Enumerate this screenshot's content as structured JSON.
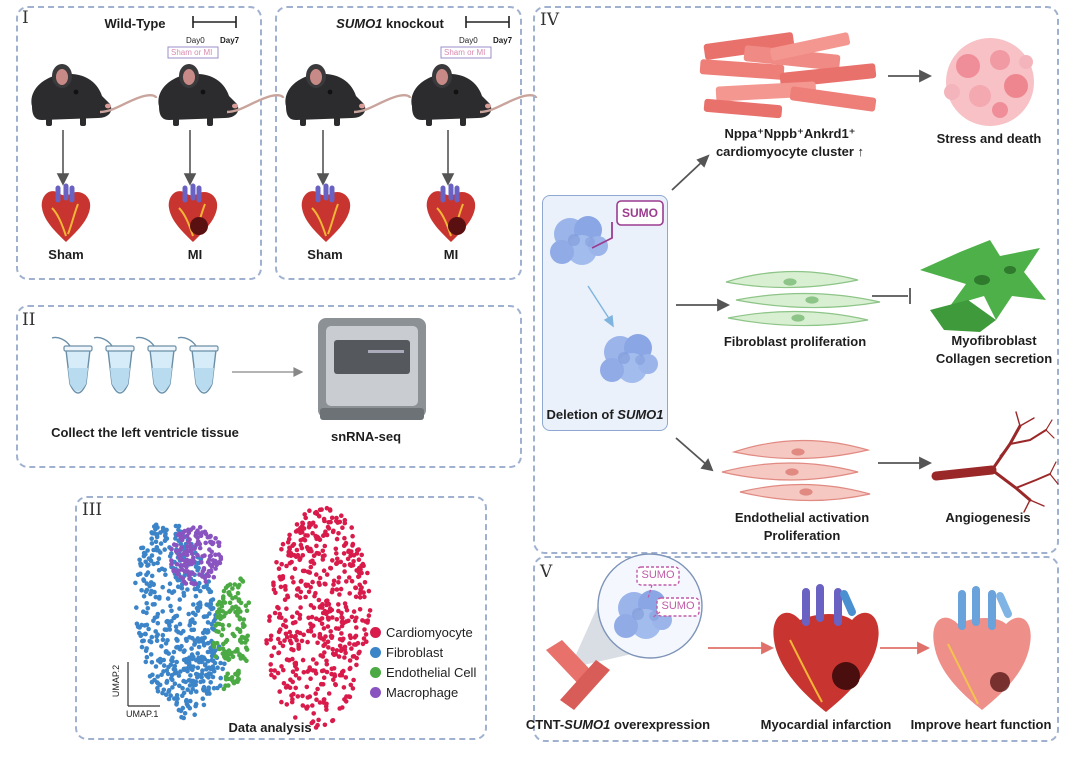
{
  "panels": {
    "p1": {
      "roman": "I"
    },
    "p2": {
      "roman": "II"
    },
    "p3": {
      "roman": "III"
    },
    "p4": {
      "roman": "IV"
    },
    "p5": {
      "roman": "V"
    }
  },
  "panel1": {
    "wt_title": "Wild-Type",
    "ko_title_gene": "SUMO1",
    "ko_title_rest": " knockout",
    "timeline_day0": "Day0",
    "timeline_day7": "Day7",
    "timeline_box": "Sham or MI",
    "label_sham": "Sham",
    "label_mi": "MI"
  },
  "panel2": {
    "collect_label": "Collect the left ventricle tissue",
    "seq_label": "snRNA-seq"
  },
  "panel3": {
    "axis_y": "UMAP.2",
    "axis_x": "UMAP.1",
    "caption": "Data analysis",
    "legend": [
      {
        "label": "Cardiomyocyte",
        "color": "#d81b4a"
      },
      {
        "label": "Fibroblast",
        "color": "#3c84c8"
      },
      {
        "label": "Endothelial Cell",
        "color": "#4caa44"
      },
      {
        "label": "Macrophage",
        "color": "#8a54c0"
      }
    ]
  },
  "panel4": {
    "sumo_tag": "SUMO",
    "deletion_pre": "Deletion of ",
    "deletion_gene": "SUMO1",
    "cluster_line1": "Nppa⁺Nppb⁺Ankrd1⁺",
    "cluster_line2": "cardiomyocyte cluster ↑",
    "stress": "Stress and death",
    "fibro_prolif": "Fibroblast proliferation",
    "myofibro_line1": "Myofibroblast",
    "myofibro_line2": "Collagen secretion",
    "endo_line1": "Endothelial activation",
    "endo_line2": "Proliferation",
    "angio": "Angiogenesis"
  },
  "panel5": {
    "sumo_tag_a": "SUMO",
    "sumo_tag_b": "SUMO",
    "ctnt_pre": "CTNT-",
    "ctnt_gene": "SUMO1",
    "ctnt_post": " overexpression",
    "mi": "Myocardial infarction",
    "improve": "Improve heart function"
  },
  "colors": {
    "panel_border": "#9fb1cf",
    "arrow": "#555555",
    "red_arrow": "#e0706a",
    "sumo_purple": "#9b3c8f",
    "protein_blue": "#9bb4ea"
  }
}
